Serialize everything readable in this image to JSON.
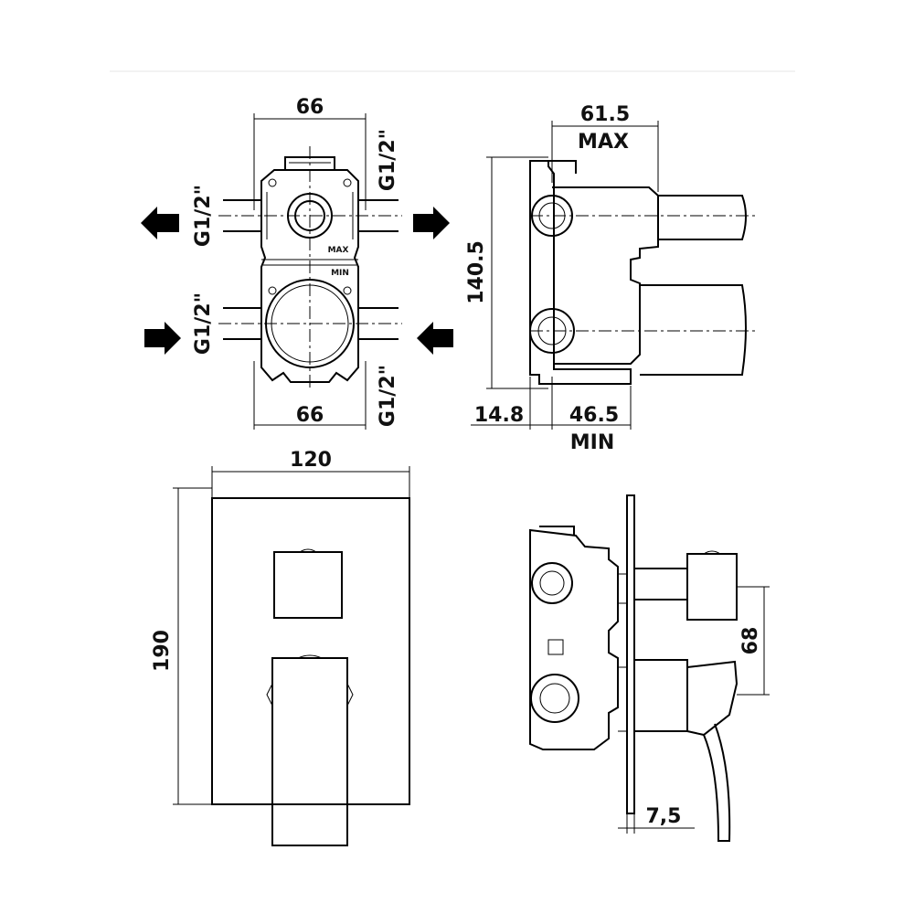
{
  "top_view": {
    "width_top": "66",
    "width_bottom": "66",
    "thread_left_top": "G1/2\"",
    "thread_right_top": "G1/2\"",
    "thread_left_bottom": "G1/2\"",
    "thread_right_bottom": "G1/2\"",
    "label_max": "MAX",
    "label_min": "MIN"
  },
  "side_view_box": {
    "depth_max": "61.5",
    "depth_max_label": "MAX",
    "height": "140.5",
    "offset": "14.8",
    "depth_min": "46.5",
    "depth_min_label": "MIN"
  },
  "front_plate": {
    "width": "120",
    "height": "190"
  },
  "side_view_mounted": {
    "handle_offset": "68",
    "plate_thickness": "7,5"
  },
  "colors": {
    "line": "#000000",
    "background": "#ffffff"
  }
}
